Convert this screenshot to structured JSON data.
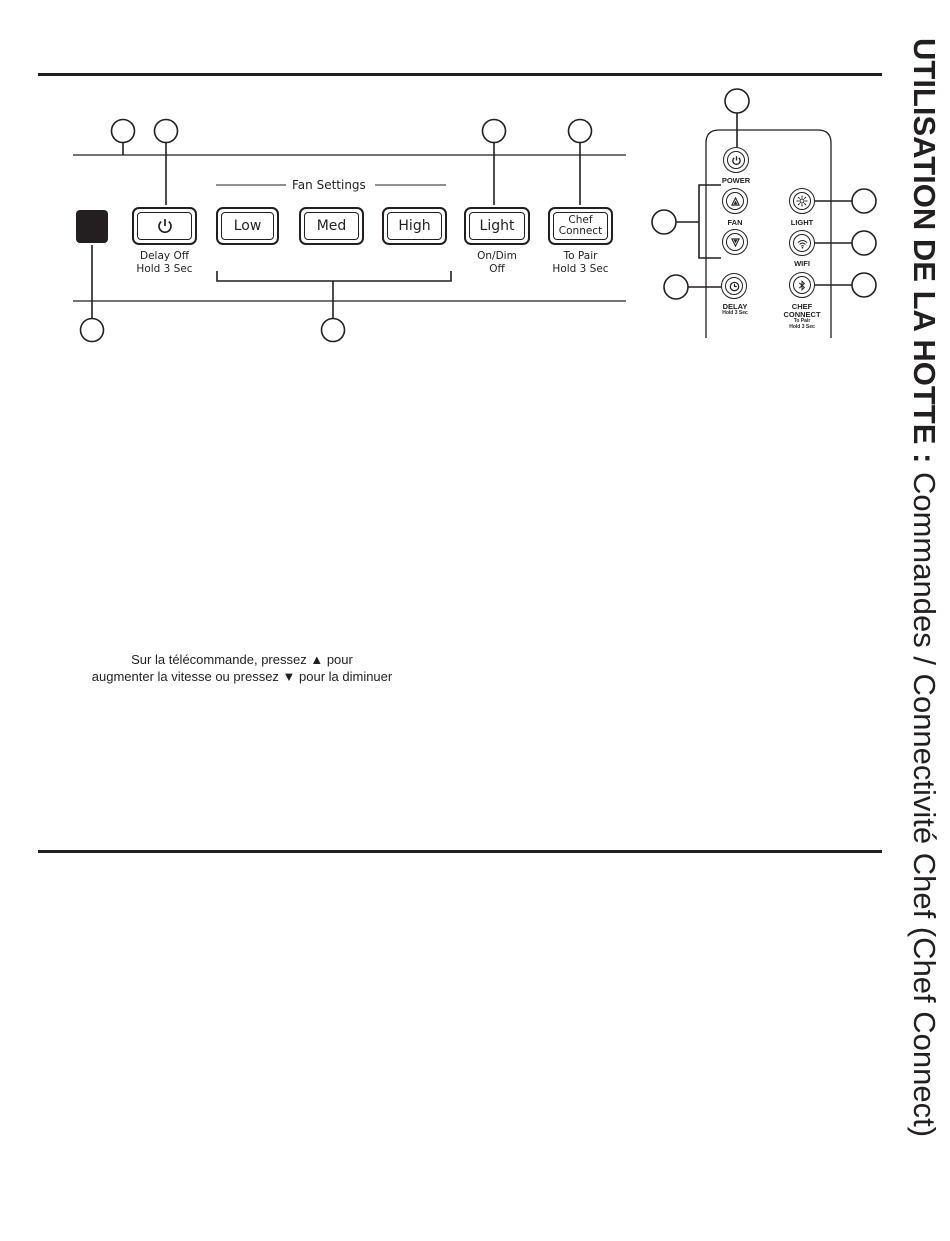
{
  "side_title": {
    "bold": "UTILISATION DE LA HOTTE : ",
    "normal": "Commandes / Connectivité Chef (Chef Connect)"
  },
  "panel": {
    "fan_settings_label": "Fan Settings",
    "power_caption_1": "Delay Off",
    "power_caption_2": "Hold 3 Sec",
    "buttons": {
      "low": "Low",
      "med": "Med",
      "high": "High",
      "light": "Light",
      "chef_1": "Chef",
      "chef_2": "Connect"
    },
    "light_caption_1": "On/Dim",
    "light_caption_2": "Off",
    "chef_caption_1": "To Pair",
    "chef_caption_2": "Hold 3 Sec"
  },
  "remote": {
    "power": "POWER",
    "fan": "FAN",
    "light": "LIGHT",
    "wifi": "WIFI",
    "delay": "DELAY",
    "delay_sub": "Hold 3 Sec",
    "chef_1": "CHEF",
    "chef_2": "CONNECT",
    "chef_sub_1": "To Pair",
    "chef_sub_2": "Hold 3 Sec"
  },
  "note": {
    "line1": "Sur la télécommande, pressez ▲ pour",
    "line2": "augmenter la vitesse ou pressez ▼ pour la diminuer"
  },
  "icons": [
    "power-icon",
    "triangle-up-icon",
    "triangle-down-icon",
    "clock-icon",
    "light-icon",
    "wifi-icon",
    "bluetooth-icon"
  ]
}
